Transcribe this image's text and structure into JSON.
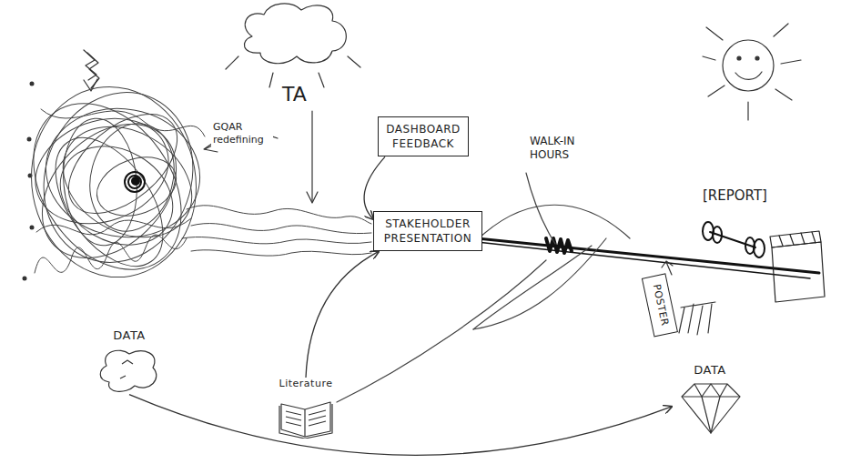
{
  "diagram": {
    "nodes": [
      {
        "text": [
          "DASHBOARD FEEDBACK"
        ]
      },
      {
        "text": [
          "STAKEHOLDER PRESENTATION"
        ]
      },
      {
        "text": [
          "POSTER"
        ]
      },
      {
        "text": [
          "DATA"
        ]
      },
      {
        "text": [
          "Literature"
        ]
      },
      {
        "text": [
          "DATA"
        ]
      }
    ],
    "edges": [
      {
        "from": 0,
        "to": 1,
        "arrow": "to"
      },
      {
        "from": 4,
        "to": 1,
        "arrow": "to"
      },
      {
        "from": 3,
        "to": 5,
        "arrow": "to"
      }
    ],
    "labels": [
      "TA",
      "GQAR redefining",
      "WALK-IN HOURS",
      "[REPORT]"
    ]
  }
}
